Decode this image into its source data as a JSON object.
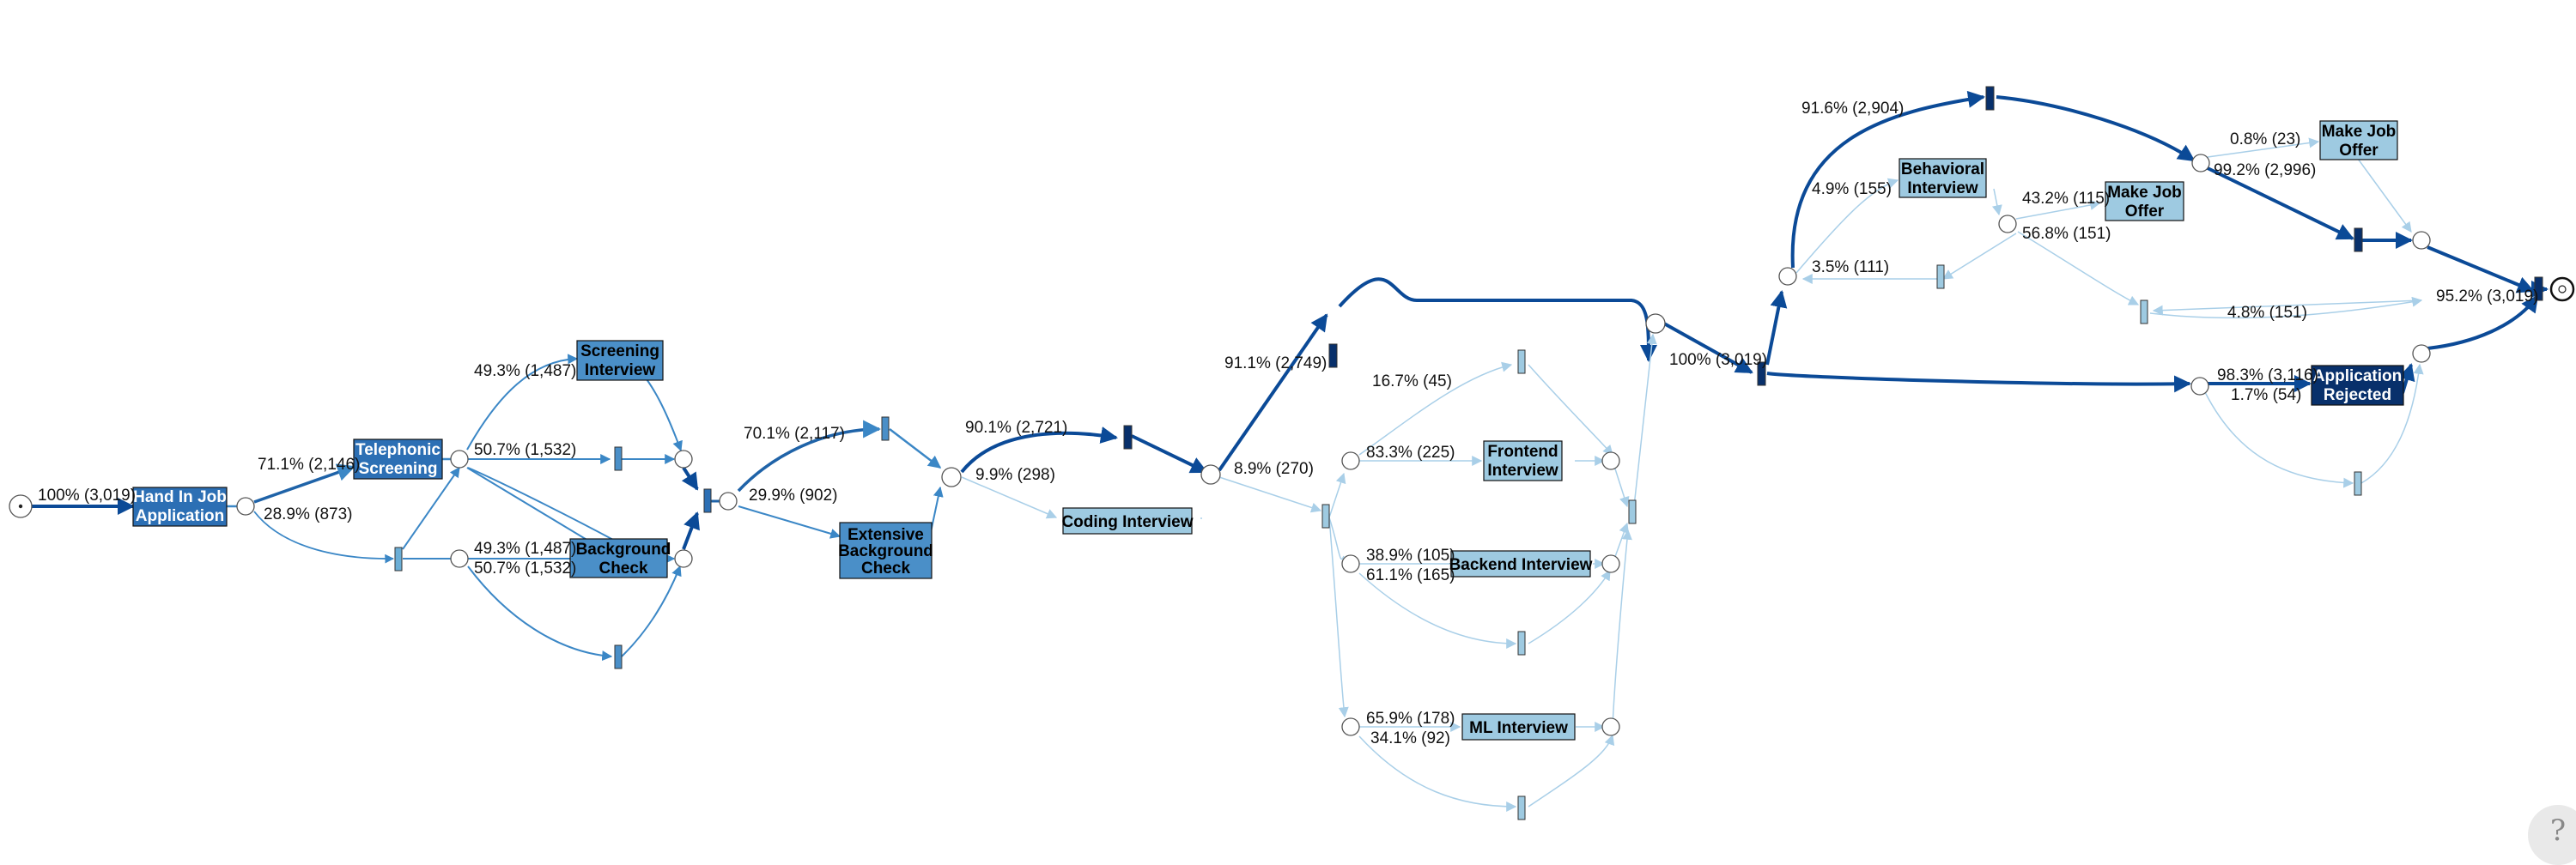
{
  "diagram": {
    "colors": {
      "edge_dark": "#0b4a97",
      "edge_mid": "#3b87c6",
      "edge_light": "#a9cfe8",
      "act_dark": "#08306b",
      "act_mid": "#2c6fb4",
      "act_med": "#4a8fc8",
      "act_light": "#9ecae1",
      "trans_fill": "#6baed6"
    },
    "activities": [
      {
        "id": "hand_in",
        "lines": [
          "Hand In Job",
          "Application"
        ],
        "fill": "act_mid",
        "text": "#ffffff"
      },
      {
        "id": "tel_screening",
        "lines": [
          "Telephonic",
          "Screening"
        ],
        "fill": "act_mid",
        "text": "#ffffff"
      },
      {
        "id": "screening_interview",
        "lines": [
          "Screening",
          "Interview"
        ],
        "fill": "act_med",
        "text": "#000000"
      },
      {
        "id": "background_check",
        "lines": [
          "Background",
          "Check"
        ],
        "fill": "act_med",
        "text": "#000000"
      },
      {
        "id": "ext_background",
        "lines": [
          "Extensive",
          "Background",
          "Check"
        ],
        "fill": "act_med",
        "text": "#000000"
      },
      {
        "id": "coding_interview",
        "lines": [
          "Coding Interview"
        ],
        "fill": "act_light",
        "text": "#000000"
      },
      {
        "id": "frontend_interview",
        "lines": [
          "Frontend",
          "Interview"
        ],
        "fill": "act_light",
        "text": "#000000"
      },
      {
        "id": "backend_interview",
        "lines": [
          "Backend Interview"
        ],
        "fill": "act_light",
        "text": "#000000"
      },
      {
        "id": "ml_interview",
        "lines": [
          "ML Interview"
        ],
        "fill": "act_light",
        "text": "#000000"
      },
      {
        "id": "behavioral_interview",
        "lines": [
          "Behavioral",
          "Interview"
        ],
        "fill": "act_light",
        "text": "#000000"
      },
      {
        "id": "make_offer_1",
        "lines": [
          "Make Job",
          "Offer"
        ],
        "fill": "act_light",
        "text": "#000000"
      },
      {
        "id": "make_offer_2",
        "lines": [
          "Make Job",
          "Offer"
        ],
        "fill": "act_light",
        "text": "#000000"
      },
      {
        "id": "app_rejected",
        "lines": [
          "Application",
          "Rejected"
        ],
        "fill": "act_dark",
        "text": "#ffffff"
      }
    ],
    "edge_labels": [
      "100% (3,019)",
      "71.1% (2,146)",
      "28.9% (873)",
      "49.3% (1,487)",
      "50.7% (1,532)",
      "49.3% (1,487)",
      "50.7% (1,532)",
      "70.1% (2,117)",
      "29.9% (902)",
      "90.1% (2,721)",
      "9.9% (298)",
      "91.1% (2,749)",
      "8.9% (270)",
      "16.7% (45)",
      "83.3% (225)",
      "38.9% (105)",
      "61.1% (165)",
      "65.9% (178)",
      "34.1% (92)",
      "100% (3,019)",
      "91.6% (2,904)",
      "4.9% (155)",
      "3.5% (111)",
      "43.2% (115)",
      "56.8% (151)",
      "0.8% (23)",
      "99.2% (2,996)",
      "4.8% (151)",
      "98.3% (3,116)",
      "1.7% (54)",
      "95.2% (3,019)"
    ],
    "help_symbol": "?"
  }
}
